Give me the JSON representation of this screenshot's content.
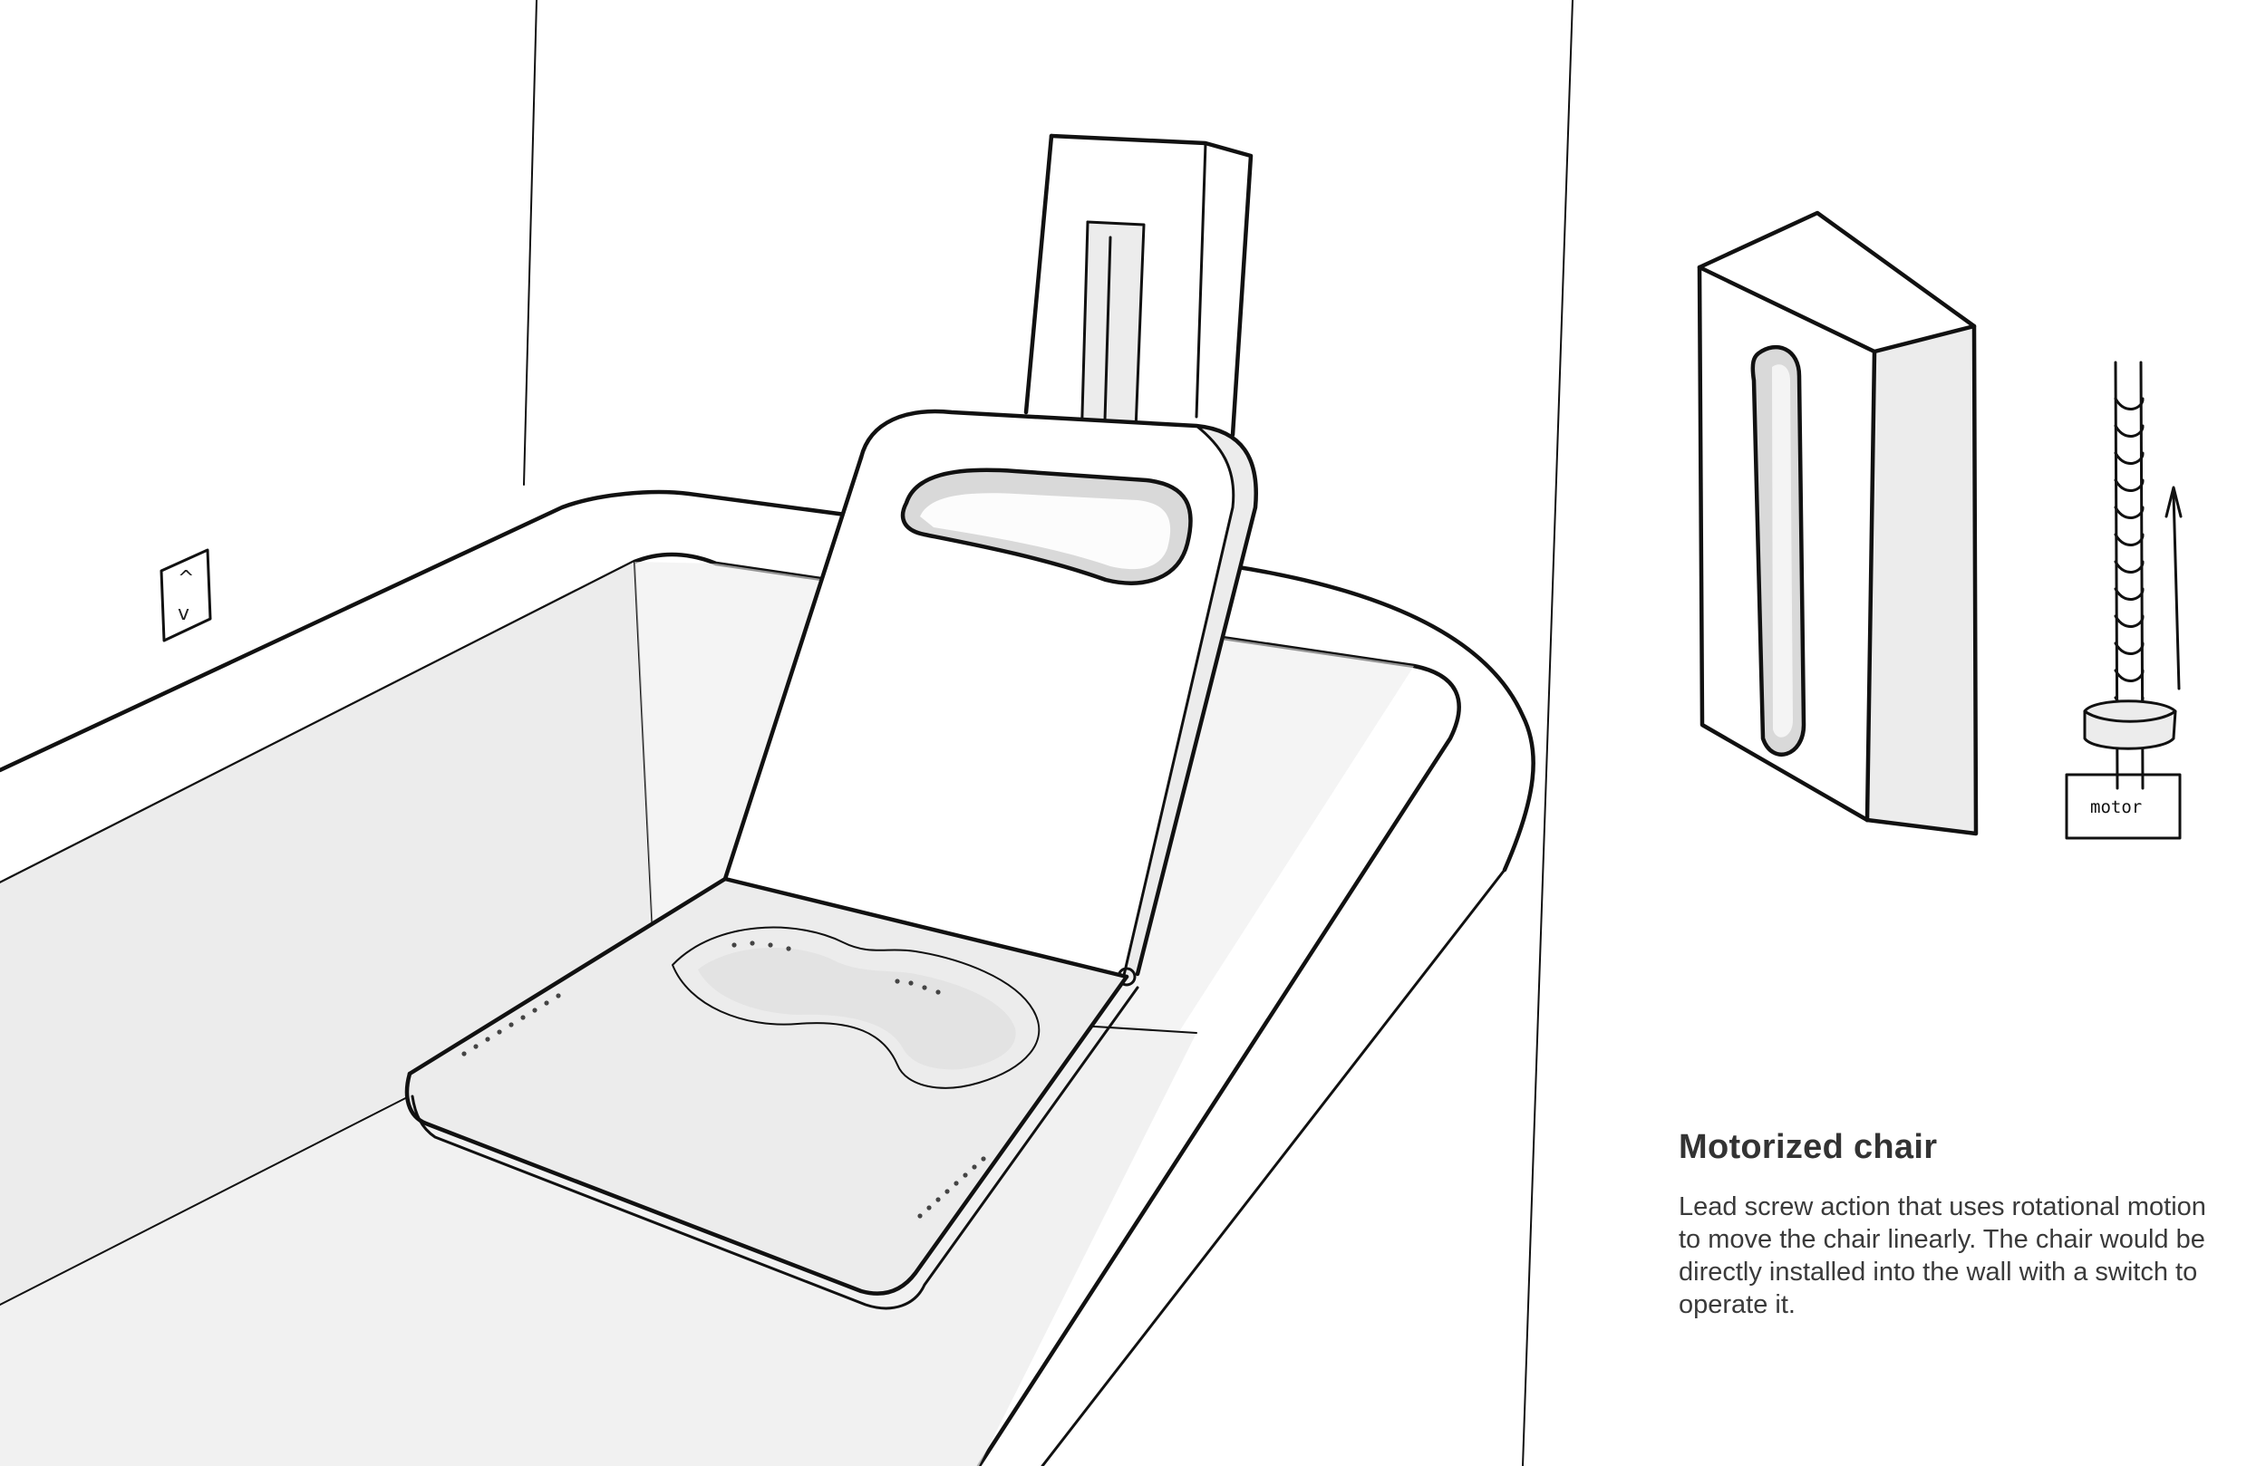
{
  "caption": {
    "title": "Motorized chair",
    "body": "Lead screw action that uses rotational motion to move the chair linearly. The chair would be directly installed into the wall with a switch to operate it."
  },
  "motor_label": "motor",
  "switch": {
    "up_glyph": "^",
    "down_glyph": "v"
  },
  "colors": {
    "ink": "#111111",
    "shade": "#ececec",
    "text": "#333333"
  }
}
